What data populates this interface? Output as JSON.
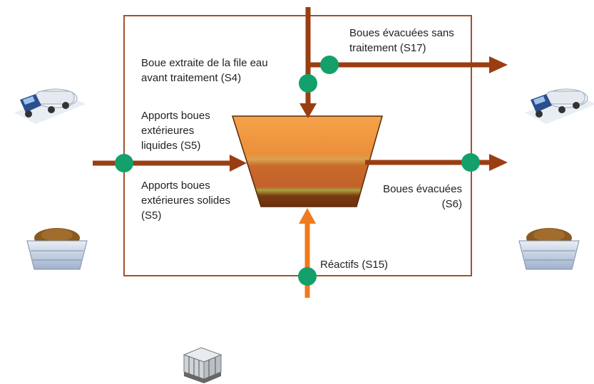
{
  "labels": {
    "s4": "Boue extraite de la file eau\navant traitement (S4)",
    "s17": "Boues évacuées sans\ntraitement (S17)",
    "s5_liquid": "Apports boues\nextérieures\nliquides (S5)",
    "s5_solid": "Apports boues\nextérieures solides\n(S5)",
    "s6": "Boues évacuées\n(S6)",
    "s15": "Réactifs (S15)"
  },
  "colors": {
    "frame": "#a0522d",
    "sludge_flow": "#9a3e12",
    "reagent_flow": "#f07a1e",
    "measure_point": "#13a06a",
    "tank_top": "#f4a34b",
    "tank_bottom": "#b8561c"
  },
  "icons": {
    "truck_left": "sludge-tanker-truck-icon",
    "truck_right": "sludge-tanker-truck-icon",
    "bin_left": "solid-sludge-container-icon",
    "bin_right": "solid-sludge-container-icon",
    "pallet": "reagent-pallet-icon"
  }
}
